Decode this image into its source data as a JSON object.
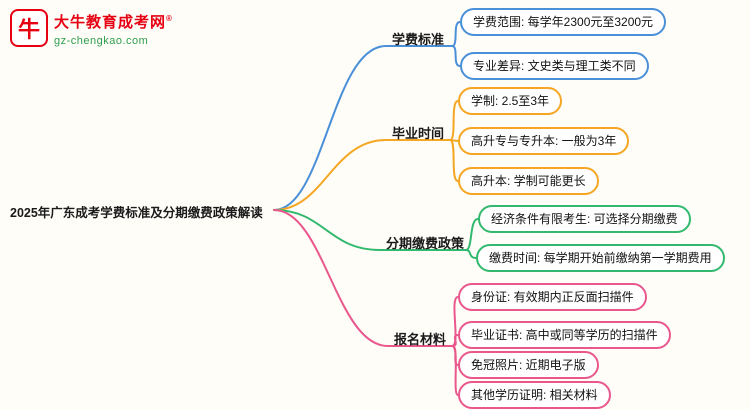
{
  "logo": {
    "icon": "牛",
    "title": "大牛教育成考网",
    "reg_mark": "®",
    "domain": "gz-chengkao.com"
  },
  "root": {
    "label": "2025年广东成考学费标准及分期缴费政策解读"
  },
  "colors": {
    "tuition_blue": "#4a90d9",
    "graduation_orange": "#f5a623",
    "installment_green": "#33b96f",
    "materials_pink": "#e9578d",
    "logo_red": "#e60012",
    "domain_green": "#2e9e4f"
  },
  "branches": [
    {
      "label": "学费标准",
      "color": "#4a90d9",
      "leaves": [
        "学费范围: 每学年2300元至3200元",
        "专业差异: 文史类与理工类不同"
      ]
    },
    {
      "label": "毕业时间",
      "color": "#f5a623",
      "leaves": [
        "学制: 2.5至3年",
        "高升专与专升本: 一般为3年",
        "高升本: 学制可能更长"
      ]
    },
    {
      "label": "分期缴费政策",
      "color": "#33b96f",
      "leaves": [
        "经济条件有限考生: 可选择分期缴费",
        "缴费时间: 每学期开始前缴纳第一学期费用"
      ]
    },
    {
      "label": "报名材料",
      "color": "#e9578d",
      "leaves": [
        "身份证: 有效期内正反面扫描件",
        "毕业证书: 高中或同等学历的扫描件",
        "免冠照片: 近期电子版",
        "其他学历证明: 相关材料"
      ]
    }
  ]
}
